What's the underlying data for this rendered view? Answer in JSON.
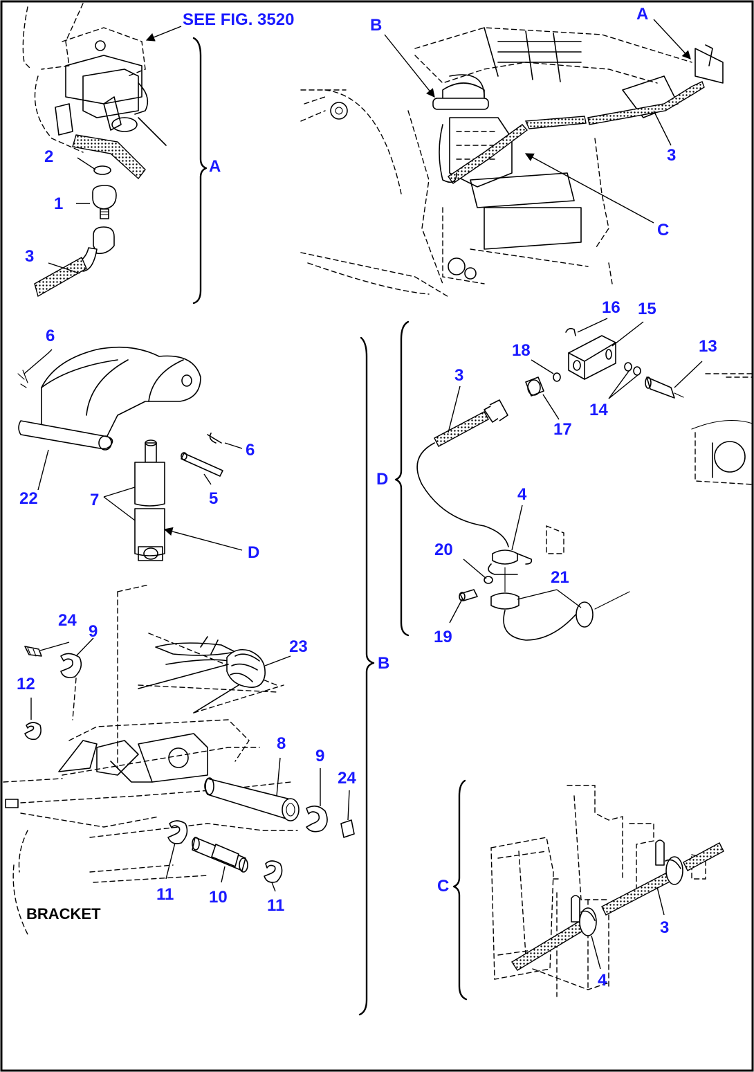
{
  "reference": "SEE FIG. 3520",
  "bracket_label": "BRACKET",
  "view_letters": {
    "a": "A",
    "b": "B",
    "c": "C",
    "d": "D"
  },
  "parts": {
    "p1": "1",
    "p2": "2",
    "p3": "3",
    "p4": "4",
    "p5": "5",
    "p6": "6",
    "p7": "7",
    "p8": "8",
    "p9": "9",
    "p10": "10",
    "p11": "11",
    "p12": "12",
    "p13": "13",
    "p14": "14",
    "p15": "15",
    "p16": "16",
    "p17": "17",
    "p18": "18",
    "p19": "19",
    "p20": "20",
    "p21": "21",
    "p22": "22",
    "p23": "23",
    "p24": "24"
  },
  "colors": {
    "label": "#1a1aff",
    "line": "#000000",
    "background": "#ffffff"
  }
}
